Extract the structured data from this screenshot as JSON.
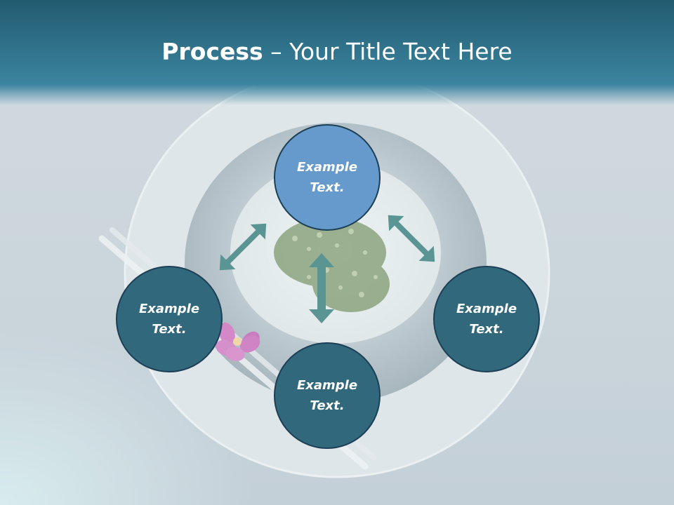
{
  "title": {
    "bold": "Process",
    "rest": " – Your Title Text Here"
  },
  "nodes": [
    {
      "id": "top",
      "text": "Example\nText.",
      "color": "#6699cc"
    },
    {
      "id": "left",
      "text": "Example\nText.",
      "color": "#32687c"
    },
    {
      "id": "right",
      "text": "Example\nText.",
      "color": "#32687c"
    },
    {
      "id": "bottom",
      "text": "Example\nText.",
      "color": "#32687c"
    }
  ],
  "colors": {
    "header": "#2f7188",
    "arrow": "#5a9594",
    "node_border": "#1c3f55"
  }
}
